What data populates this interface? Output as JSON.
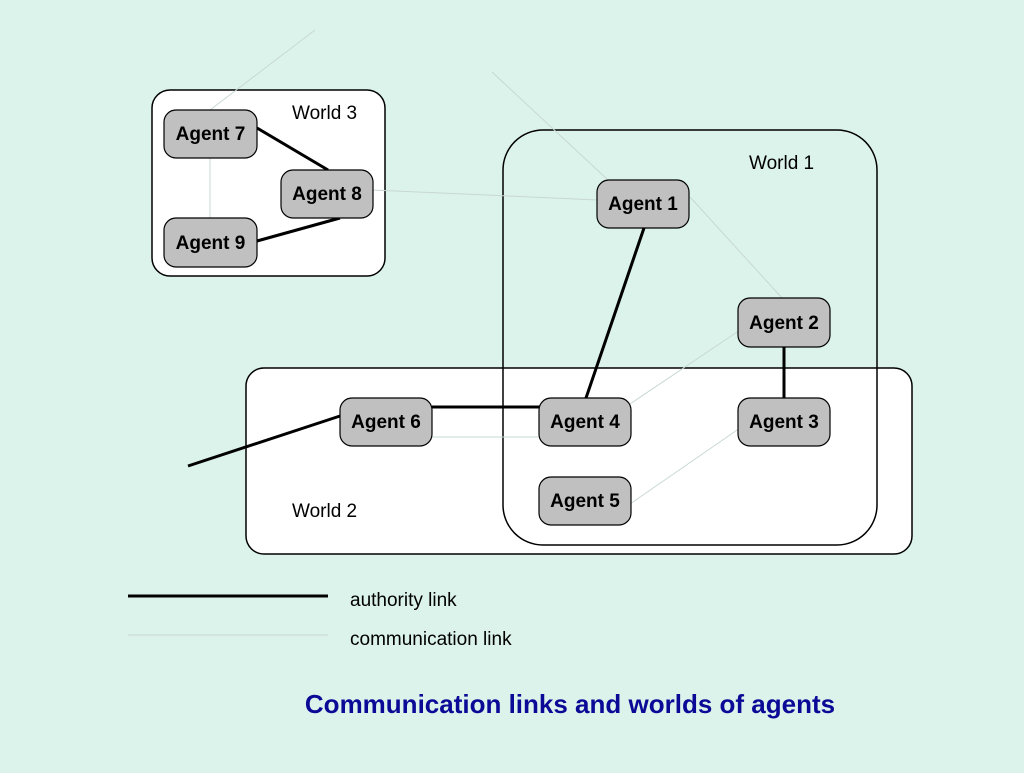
{
  "worlds": {
    "world1": "World 1",
    "world2": "World 2",
    "world3": "World 3"
  },
  "agents": {
    "a1": "Agent 1",
    "a2": "Agent 2",
    "a3": "Agent 3",
    "a4": "Agent 4",
    "a5": "Agent 5",
    "a6": "Agent 6",
    "a7": "Agent 7",
    "a8": "Agent 8",
    "a9": "Agent 9"
  },
  "legend": {
    "authority": "authority link",
    "communication": "communication link"
  },
  "caption": "Communication links and worlds of agents",
  "colors": {
    "background": "#dcf3ec",
    "agent_fill": "#c0c0c0",
    "authority_link": "#000000",
    "communication_link": "#c8d8d2",
    "caption": "#0a0a96"
  }
}
